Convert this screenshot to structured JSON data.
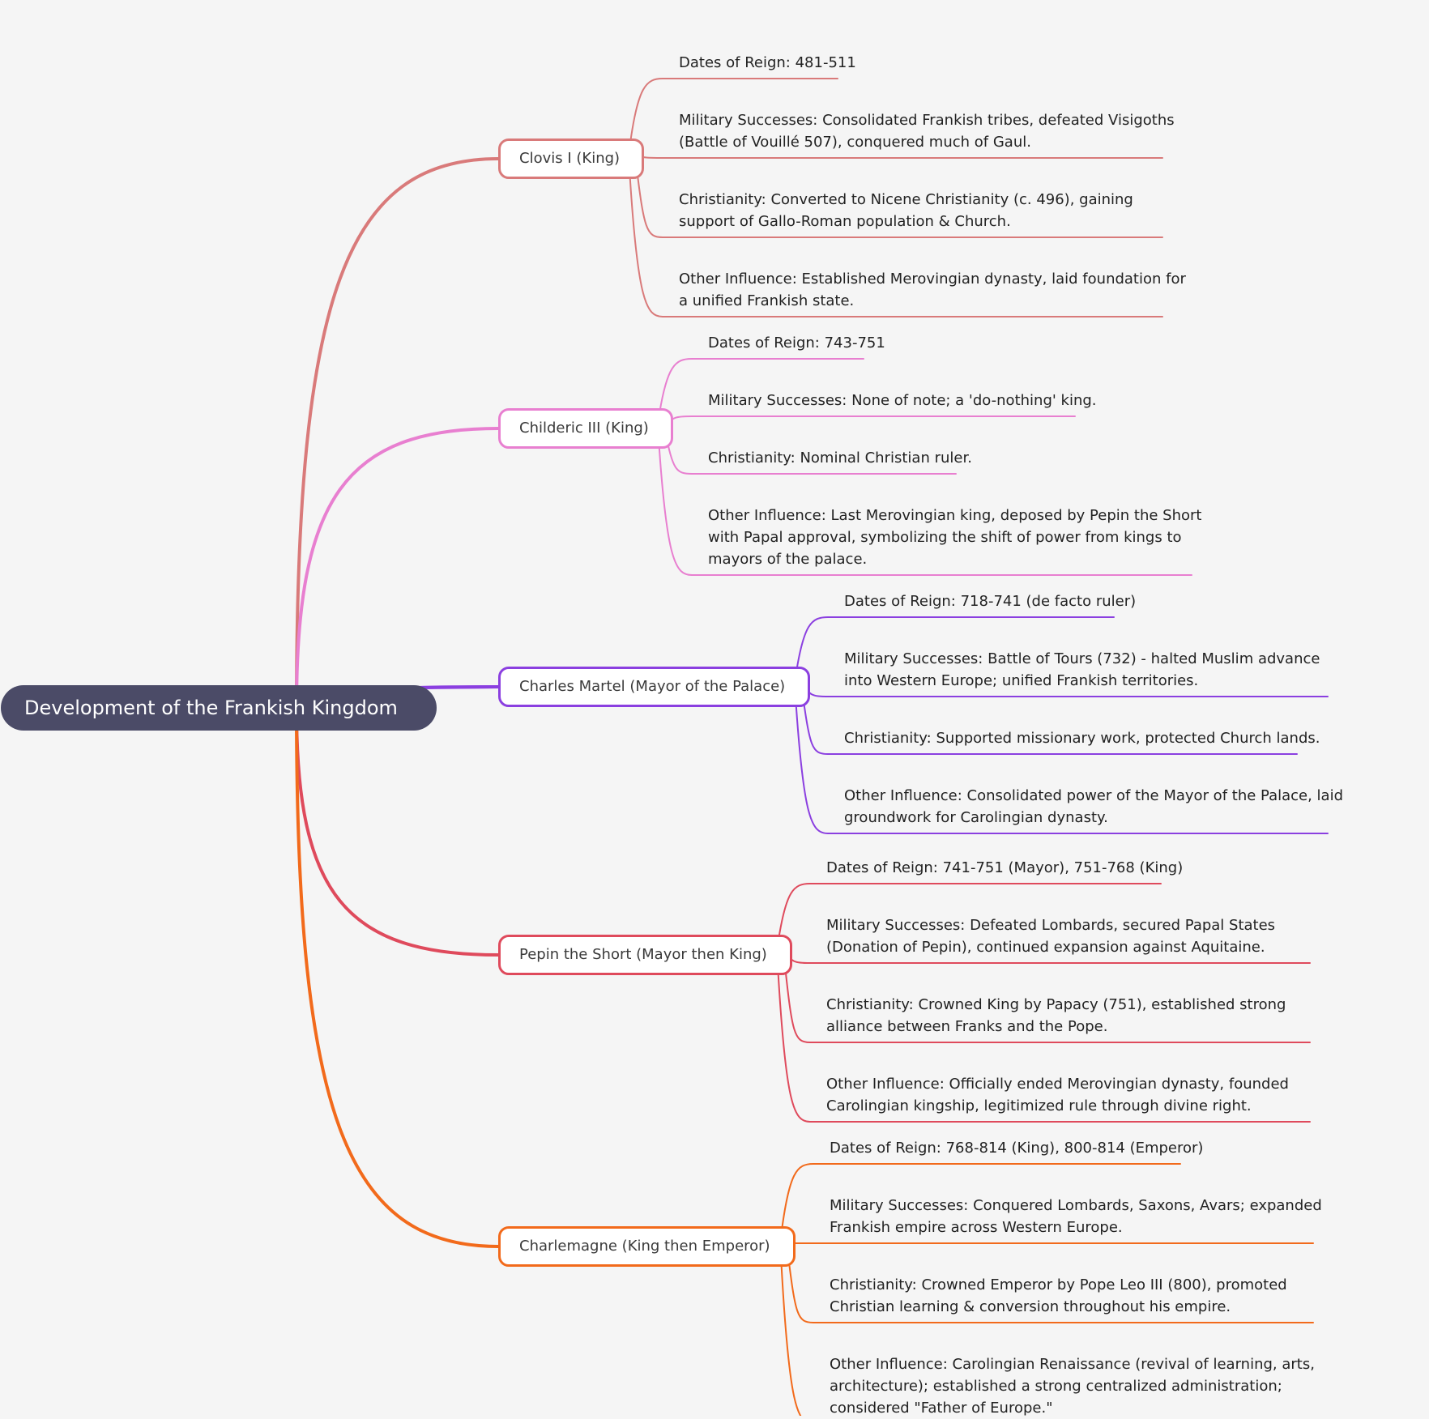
{
  "root": {
    "title": "Development of the Frankish Kingdom",
    "color": "#4b4b67"
  },
  "branches": [
    {
      "name": "Clovis I (King)",
      "color": "#d97a7a",
      "details": [
        "Dates of Reign: 481-511",
        "Military Successes: Consolidated Frankish tribes, defeated Visigoths\n(Battle of Vouillé 507), conquered much of Gaul.",
        "Christianity: Converted to Nicene Christianity (c. 496), gaining\nsupport of Gallo-Roman population & Church.",
        "Other Influence: Established Merovingian dynasty, laid foundation for\na unified Frankish state."
      ]
    },
    {
      "name": "Childeric III (King)",
      "color": "#e87fd0",
      "details": [
        "Dates of Reign: 743-751",
        "Military Successes: None of note; a 'do-nothing' king.",
        "Christianity: Nominal Christian ruler.",
        "Other Influence: Last Merovingian king, deposed by Pepin the Short\nwith Papal approval, symbolizing the shift of power from kings to\nmayors of the palace."
      ]
    },
    {
      "name": "Charles Martel (Mayor of the Palace)",
      "color": "#8b3fe0",
      "details": [
        "Dates of Reign: 718-741 (de facto ruler)",
        "Military Successes: Battle of Tours (732) - halted Muslim advance\ninto Western Europe; unified Frankish territories.",
        "Christianity: Supported missionary work, protected Church lands.",
        "Other Influence: Consolidated power of the Mayor of the Palace, laid\ngroundwork for Carolingian dynasty."
      ]
    },
    {
      "name": "Pepin the Short (Mayor then King)",
      "color": "#df4a5c",
      "details": [
        "Dates of Reign: 741-751 (Mayor), 751-768 (King)",
        "Military Successes: Defeated Lombards, secured Papal States\n(Donation of Pepin), continued expansion against Aquitaine.",
        "Christianity: Crowned King by Papacy (751), established strong\nalliance between Franks and the Pope.",
        "Other Influence: Officially ended Merovingian dynasty, founded\nCarolingian kingship, legitimized rule through divine right."
      ]
    },
    {
      "name": "Charlemagne (King then Emperor)",
      "color": "#f26a1b",
      "details": [
        "Dates of Reign: 768-814 (King), 800-814 (Emperor)",
        "Military Successes: Conquered Lombards, Saxons, Avars; expanded\nFrankish empire across Western Europe.",
        "Christianity: Crowned Emperor by Pope Leo III (800), promoted\nChristian learning & conversion throughout his empire.",
        "Other Influence: Carolingian Renaissance (revival of learning, arts,\narchitecture); established a strong centralized administration;\nconsidered \"Father of Europe.\""
      ]
    }
  ]
}
